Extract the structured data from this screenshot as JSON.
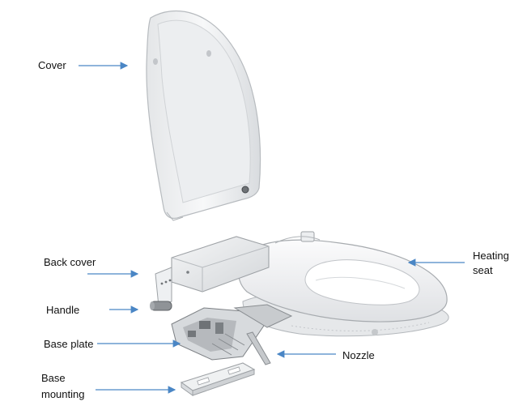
{
  "labels": {
    "cover": "Cover",
    "back_cover": "Back cover",
    "handle": "Handle",
    "base_plate": "Base plate",
    "base_mounting_line1": "Base",
    "base_mounting_line2": "mounting",
    "heating_seat_line1": "Heating",
    "heating_seat_line2": "seat",
    "nozzle": "Nozzle"
  },
  "colors": {
    "arrow": "#4a86c5",
    "plastic": "#f3f4f5",
    "plastic_shadow": "#c9cbce",
    "plastic_edge": "#9ea2a6",
    "mechanism": "#8a8e92"
  }
}
